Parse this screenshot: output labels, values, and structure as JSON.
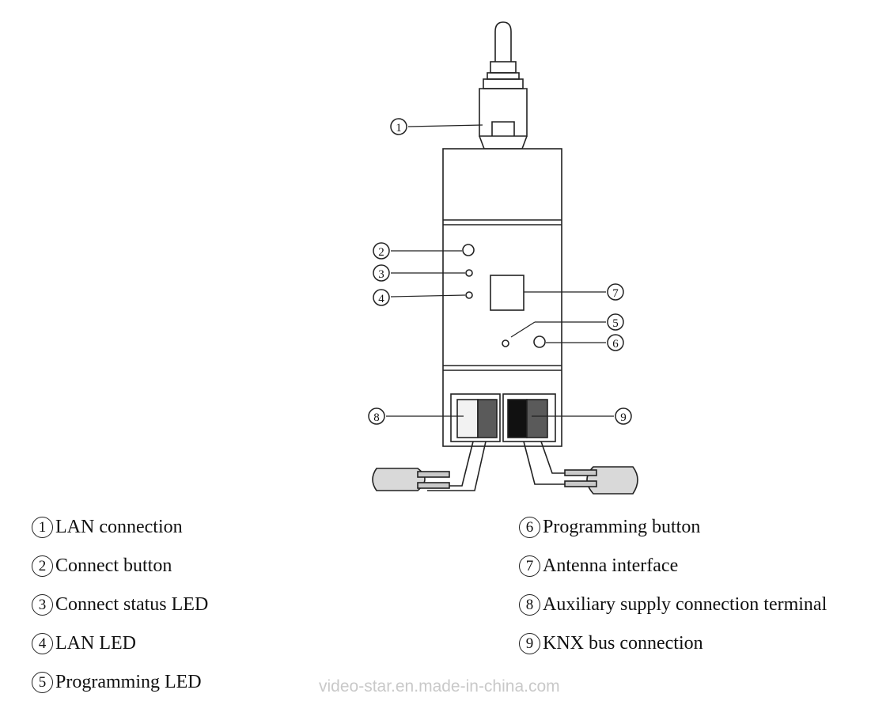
{
  "callouts": [
    {
      "num": "1",
      "label": "LAN connection"
    },
    {
      "num": "2",
      "label": "Connect button"
    },
    {
      "num": "3",
      "label": "Connect status LED"
    },
    {
      "num": "4",
      "label": "LAN LED"
    },
    {
      "num": "5",
      "label": "Programming LED"
    },
    {
      "num": "6",
      "label": "Programming button"
    },
    {
      "num": "7",
      "label": "Antenna interface"
    },
    {
      "num": "8",
      "label": "Auxiliary supply connection terminal"
    },
    {
      "num": "9",
      "label": "KNX bus connection"
    }
  ],
  "watermark": "video-star.en.made-in-china.com"
}
